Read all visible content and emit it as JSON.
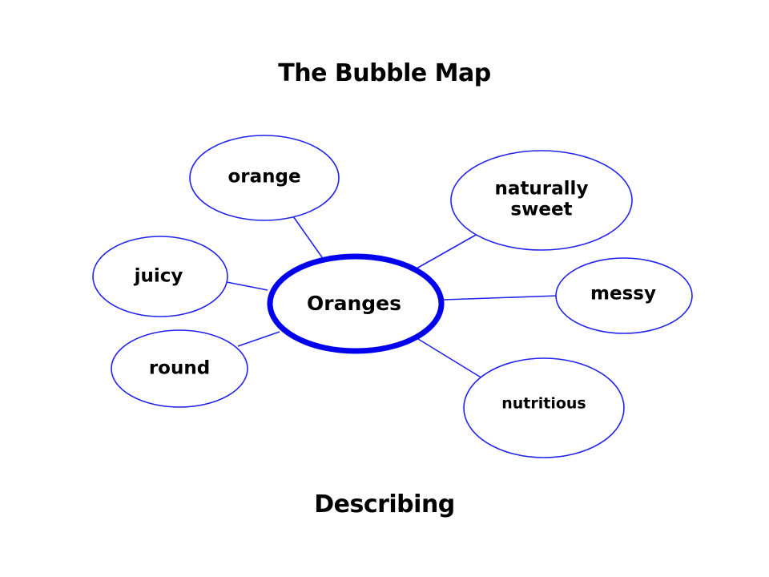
{
  "title": "The Bubble Map",
  "caption": "Describing",
  "colors": {
    "line": "#2222ee",
    "center_ring": "#0000ee",
    "text": "#000000",
    "background": "#ffffff"
  },
  "center": {
    "label": "Oranges"
  },
  "bubbles": [
    {
      "id": "orange",
      "lines": [
        "orange"
      ]
    },
    {
      "id": "naturally-sweet",
      "lines": [
        "naturally",
        "sweet"
      ]
    },
    {
      "id": "juicy",
      "lines": [
        "juicy"
      ]
    },
    {
      "id": "messy",
      "lines": [
        "messy"
      ]
    },
    {
      "id": "round",
      "lines": [
        "round"
      ]
    },
    {
      "id": "nutritious",
      "lines": [
        "nutritious"
      ]
    }
  ]
}
